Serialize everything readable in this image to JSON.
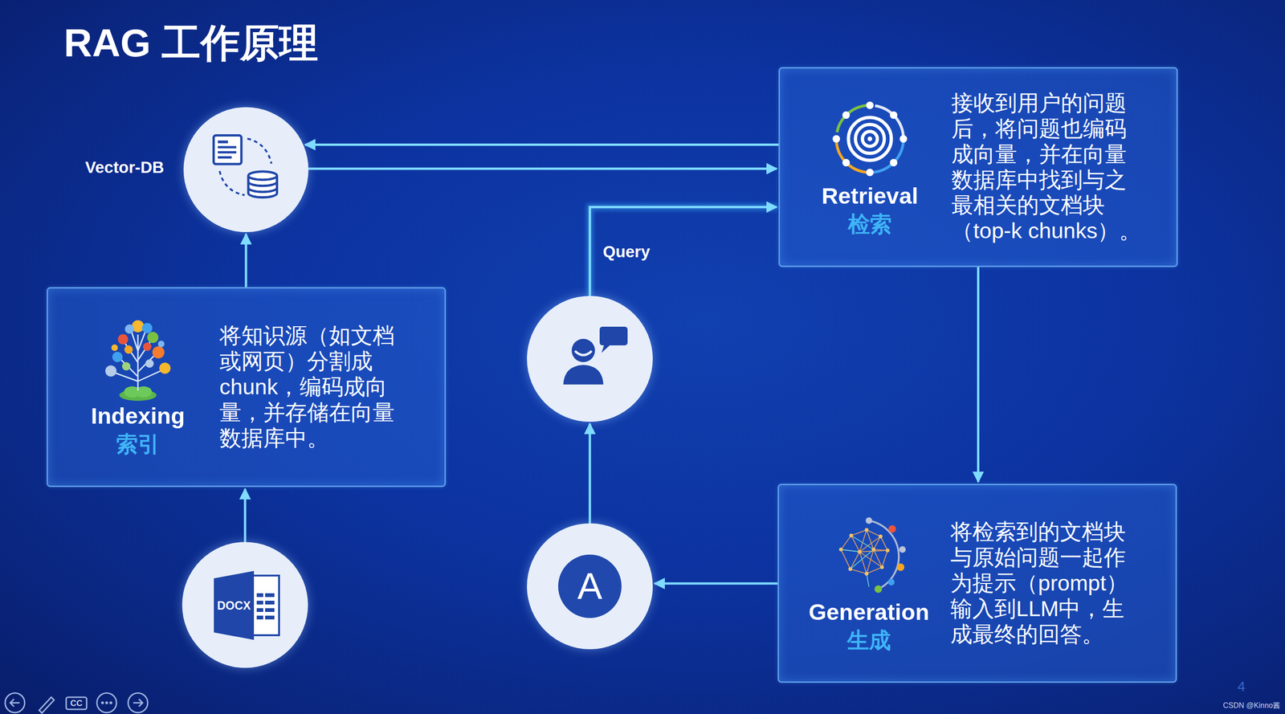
{
  "diagram": {
    "title": "RAG 工作原理",
    "nodes": [
      {
        "text": [
          "Vector-DB"
        ]
      },
      {
        "text": [
          "Retrieval",
          "检索",
          "接收到用户的问题 后，将问题也编码 成向量，并在向量 数据库中找到与之 最相关的文档块 （top-k chunks）。"
        ]
      },
      {
        "text": [
          "Indexing",
          "索引",
          "将知识源（如文档 或网页）分割成 chunk，编码成向 量，并存储在向量 数据库中。"
        ]
      },
      {
        "text": []
      },
      {
        "text": [
          "Generation",
          "生成",
          "将检索到的文档块 与原始问题一起作 为提示（prompt） 输入到LLM中，生 成最终的回答。"
        ]
      },
      {
        "text": [
          "A"
        ]
      },
      {
        "text": [
          "DOCX"
        ]
      }
    ],
    "edges": [
      {
        "from": 1,
        "to": 0,
        "arrow": "to"
      },
      {
        "from": 0,
        "to": 1,
        "arrow": "to"
      },
      {
        "from": 2,
        "to": 0,
        "arrow": "to"
      },
      {
        "from": 6,
        "to": 2,
        "arrow": "to"
      },
      {
        "from": 3,
        "to": 1,
        "label": "Query",
        "arrow": "to"
      },
      {
        "from": 1,
        "to": 4,
        "arrow": "to"
      },
      {
        "from": 4,
        "to": 5,
        "arrow": "to"
      },
      {
        "from": 5,
        "to": 3,
        "arrow": "to"
      }
    ],
    "labels": [
      "4",
      "CC",
      "CSDN @Kinno酱"
    ]
  }
}
